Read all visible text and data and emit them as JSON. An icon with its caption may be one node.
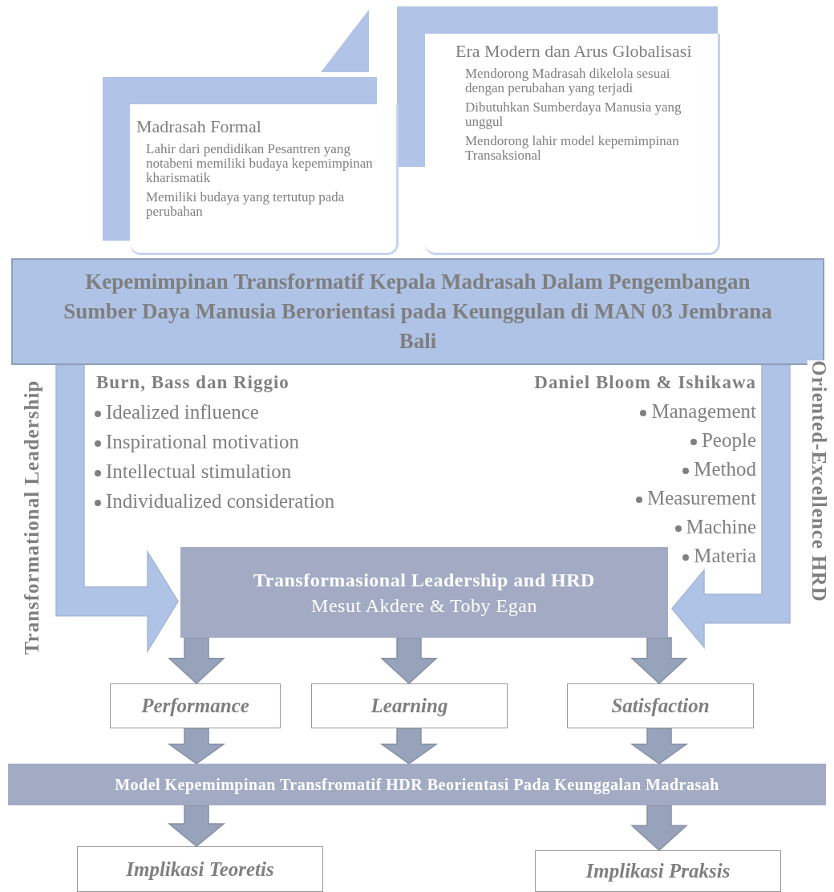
{
  "diagram": {
    "nodes": [
      {
        "text": [
          "Madrasah Formal",
          "Lahir dari pendidikan Pesantren yang notabeni memiliki budaya kepemimpinan kharismatik",
          "Memiliki budaya yang tertutup pada perubahan"
        ]
      },
      {
        "text": [
          "Era Modern dan Arus Globalisasi",
          "Mendorong Madrasah dikelola sesuai dengan perubahan yang terjadi",
          "Dibutuhkan Sumberdaya Manusia yang unggul",
          "Mendorong lahir model kepemimpinan Transaksional"
        ]
      },
      {
        "text": [
          "Kepemimpinan Transformatif Kepala Madrasah Dalam Pengembangan Sumber Daya Manusia Berorientasi pada Keunggulan di MAN 03 Jembrana Bali"
        ]
      },
      {
        "text": [
          "Transformasional Leadership and HRD",
          "Mesut Akdere & Toby Egan"
        ]
      },
      {
        "text": [
          "Performance"
        ]
      },
      {
        "text": [
          "Learning"
        ]
      },
      {
        "text": [
          "Satisfaction"
        ]
      },
      {
        "text": [
          "Model Kepemimpinan Transfromatif HDR Beorientasi Pada Keunggalan Madrasah"
        ]
      },
      {
        "text": [
          "Implikasi Teoretis"
        ]
      },
      {
        "text": [
          "Implikasi Praksis"
        ]
      }
    ],
    "edges": [
      {
        "from": 2,
        "to": 3,
        "arrow": "to",
        "label": "Transformational Leadership",
        "color": "#afc3e7"
      },
      {
        "from": 2,
        "to": 3,
        "arrow": "to",
        "label": "Oriented-Excellence HRD",
        "color": "#afc3e7"
      },
      {
        "from": 3,
        "to": 4,
        "arrow": "to"
      },
      {
        "from": 3,
        "to": 5,
        "arrow": "to"
      },
      {
        "from": 3,
        "to": 6,
        "arrow": "to"
      },
      {
        "from": 4,
        "to": 7,
        "arrow": "to"
      },
      {
        "from": 5,
        "to": 7,
        "arrow": "to"
      },
      {
        "from": 6,
        "to": 7,
        "arrow": "to"
      },
      {
        "from": 7,
        "to": 8,
        "arrow": "to"
      },
      {
        "from": 7,
        "to": 9,
        "arrow": "to"
      }
    ],
    "labels": [
      "Burn, Bass dan Riggio",
      "Idealized influence",
      "Inspirational motivation",
      "Intellectual stimulation",
      "Individualized consideration",
      "Daniel Bloom & Ishikawa",
      "Management",
      "People",
      "Method",
      "Measurement",
      "Machine",
      "Materia"
    ]
  }
}
